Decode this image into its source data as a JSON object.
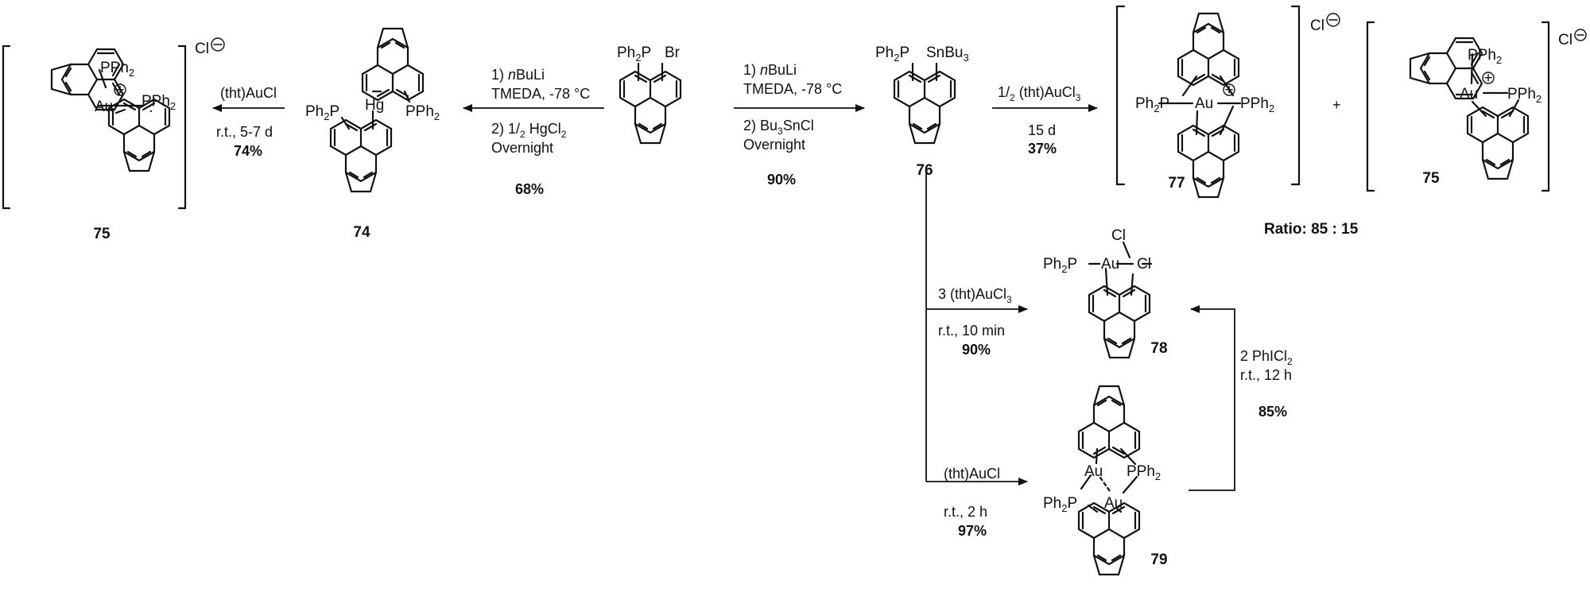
{
  "compounds": {
    "c75_left": {
      "label": "75",
      "counterion": "Cl",
      "charge": "+",
      "atoms": {
        "au": "Au",
        "pph2_top": "PPh",
        "pph2_right": "PPh"
      }
    },
    "c74": {
      "label": "74",
      "atoms": {
        "hg": "Hg",
        "pph2_a": "PPh",
        "ph2p_b": "Ph"
      }
    },
    "sm": {
      "atoms": {
        "ph2p": "Ph",
        "br": "Br"
      }
    },
    "c76": {
      "label": "76",
      "atoms": {
        "ph2p": "Ph",
        "snbu3": "SnBu"
      }
    },
    "c77": {
      "label": "77",
      "counterion": "Cl",
      "charge": "+",
      "atoms": {
        "au": "Au",
        "ph2p": "Ph",
        "pph2": "PPh"
      }
    },
    "c75_right": {
      "label": "75",
      "counterion": "Cl",
      "charge": "+",
      "atoms": {
        "au": "Au",
        "pph2_top": "PPh",
        "pph2_right": "PPh"
      }
    },
    "c78": {
      "label": "78",
      "atoms": {
        "ph2p": "Ph",
        "au": "Au",
        "cl_top": "Cl",
        "cl_right": "Cl"
      }
    },
    "c79": {
      "label": "79",
      "atoms": {
        "au_top": "Au",
        "pph2": "PPh",
        "ph2p": "Ph",
        "au_bottom": "Au"
      }
    }
  },
  "plus": "+",
  "ratio": "Ratio: 85 : 15",
  "reactions": {
    "r_sm_to_74": {
      "step1_prefix": "1) ",
      "step1_italic": "n",
      "step1_rest": "BuLi",
      "step1b": "TMEDA, -78 °C",
      "step2_prefix": "2) 1/",
      "step2_sub": "2",
      "step2_rest": " HgCl",
      "step2_sub2": "2",
      "step2b": "Overnight",
      "yield": "68%"
    },
    "r_74_to_75": {
      "above": "(tht)AuCl",
      "below": "r.t., 5-7 d",
      "yield": "74%"
    },
    "r_sm_to_76": {
      "step1_prefix": "1) ",
      "step1_italic": "n",
      "step1_rest": "BuLi",
      "step1b": "TMEDA, -78 °C",
      "step2_prefix": "2) Bu",
      "step2_sub": "3",
      "step2_rest": "SnCl",
      "step2b": "Overnight",
      "yield": "90%"
    },
    "r_76_to_77": {
      "above_prefix": "1/",
      "above_sub": "2",
      "above_rest": " (tht)AuCl",
      "above_sub2": "3",
      "below": "15 d",
      "yield": "37%"
    },
    "r_76_to_78": {
      "above_prefix": "3 (tht)AuCl",
      "above_sub": "3",
      "below": "r.t., 10 min",
      "yield": "90%"
    },
    "r_76_to_79": {
      "above": "(tht)AuCl",
      "below": "r.t., 2 h",
      "yield": "97%"
    },
    "r_79_to_78": {
      "line1": "2 PhICl",
      "line1_sub": "2",
      "line2": "r.t., 12 h",
      "yield": "85%"
    }
  }
}
